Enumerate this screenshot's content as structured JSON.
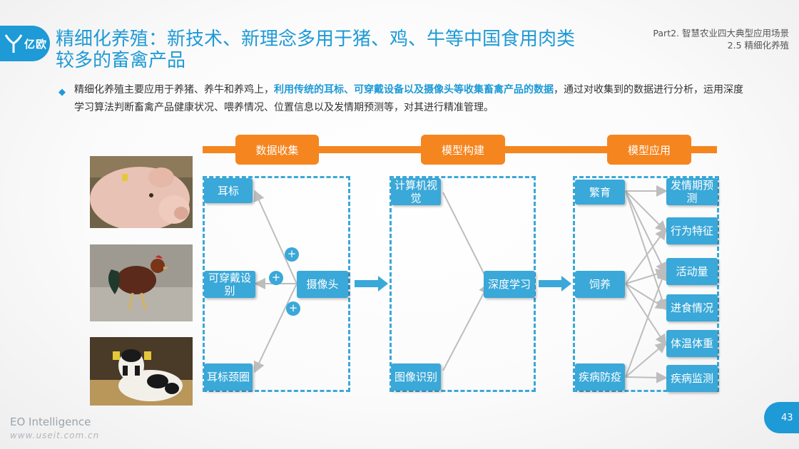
{
  "logo": {
    "text": "亿欧"
  },
  "title": {
    "line1": "精细化养殖：新技术、新理念多用于猪、鸡、牛等中国食用肉类",
    "line2": "较多的畜禽产品"
  },
  "section": {
    "part": "Part2. 智慧农业四大典型应用场景",
    "sub": "2.5 精细化养殖"
  },
  "intro": {
    "before": "精细化养殖主要应用于养猪、养牛和养鸡上，",
    "highlight": "利用传统的耳标、可穿戴设备以及摄像头等收集畜禽产品的数据",
    "after": "，通过对收集到的数据进行分析，运用深度学习算法判断畜禽产品健康状况、喂养情况、位置信息以及发情期预测等，对其进行精准管理。"
  },
  "stages": [
    "数据收集",
    "模型构建",
    "模型应用"
  ],
  "collect": {
    "erbiao": "耳标",
    "wearable": "可穿戴设别",
    "ear_collar": "耳标颈圈",
    "camera": "摄像头",
    "plus": "+"
  },
  "model": {
    "cv": "计算机视觉",
    "image": "图像识别",
    "dl": "深度学习"
  },
  "apply": {
    "left": [
      "繁育",
      "饲养",
      "疾病防疫"
    ],
    "right": [
      "发情期预测",
      "行为特征",
      "活动量",
      "进食情况",
      "体温体重",
      "疾病监测"
    ]
  },
  "footer": {
    "brand": "EO Intelligence",
    "url": "www.useit.com.cn"
  },
  "page": "43",
  "colors": {
    "accent": "#1e9ad6",
    "node": "#3aa8d8",
    "stage": "#f5851f"
  }
}
